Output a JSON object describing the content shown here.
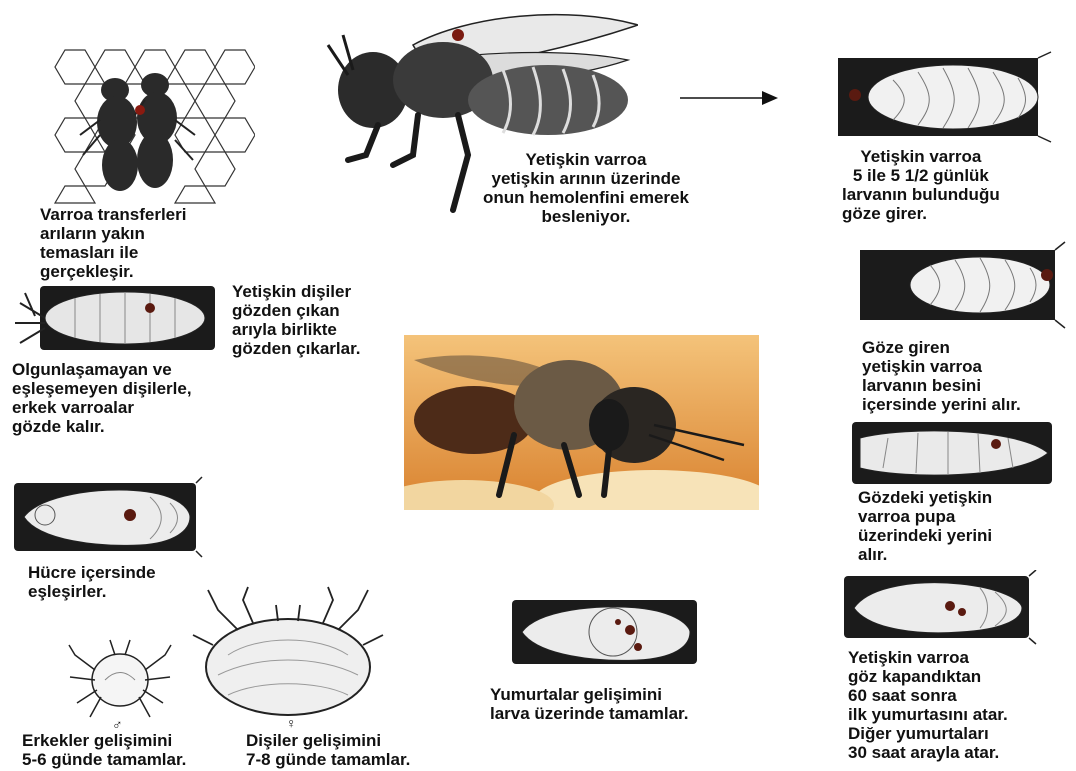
{
  "captions": {
    "transfer": [
      "Varroa transferleri",
      "arıların yakın",
      "temasları ile",
      "gerçekleşir."
    ],
    "feeding": [
      "Yetişkin varroa",
      "yetişkin arının üzerinde",
      "onun hemolenfini emerek",
      "besleniyor."
    ],
    "enter_cell": [
      "Yetişkin varroa",
      "5 ile 5 1/2 günlük",
      "larvanın bulunduğu",
      "göze girer."
    ],
    "exit_cell": [
      "Yetişkin dişiler",
      "gözden çıkan",
      "arıyla birlikte",
      "gözden çıkarlar."
    ],
    "stay_cell": [
      "Olgunlaşamayan ve",
      "eşleşemeyen dişilerle,",
      "erkek varroalar",
      "gözde kalır."
    ],
    "larva_food": [
      "Göze giren",
      "yetişkin varroa",
      "larvanın besini",
      "içersinde yerini alır."
    ],
    "pupa": [
      "Gözdeki yetişkin",
      "varroa pupa",
      "üzerindeki yerini",
      "alır."
    ],
    "mating": [
      "Hücre içersinde",
      "eşleşirler."
    ],
    "eggs": [
      "Yetişkin varroa",
      "göz kapandıktan",
      "60 saat sonra",
      "ilk yumurtasını atar.",
      "Diğer yumurtaları",
      "30 saat arayla atar."
    ],
    "eggs_develop": [
      "Yumurtalar gelişimini",
      "larva üzerinde tamamlar."
    ],
    "males": [
      "Erkekler gelişimini",
      "5-6 günde tamamlar."
    ],
    "females": [
      "Dişiler gelişimini",
      "7-8 günde tamamlar."
    ]
  },
  "symbols": {
    "male": "♂",
    "female": "♀"
  },
  "icons": [
    "honeycomb-bees",
    "adult-bee",
    "arrow-right",
    "cell-larva",
    "cell-bee-emerging",
    "bee-photo",
    "cell-larva-mite",
    "cell-pupa-mite",
    "cell-pupa-mating",
    "cell-pupa-eggs",
    "male-mite",
    "female-mite"
  ],
  "colors": {
    "ink": "#111111",
    "mite": "#5a1a10",
    "photo_bg": "#e8a24a"
  }
}
